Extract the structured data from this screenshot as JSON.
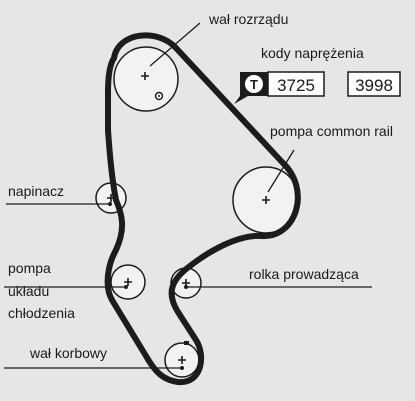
{
  "labels": {
    "camshaft": "wał rozrządu",
    "tension_codes": "kody naprężenia",
    "common_rail_pump": "pompa common rail",
    "tensioner": "napinacz",
    "coolant_pump_line1": "pompa",
    "coolant_pump_line2": "układu",
    "coolant_pump_line3": "chłodzenia",
    "idler_roller": "rolka prowadząca",
    "crankshaft": "wał korbowy"
  },
  "tension_codes": {
    "tool_symbol": "T",
    "code_1": "3725",
    "code_2": "3998"
  },
  "colors": {
    "background": "#e6e6e4",
    "belt": "#1c1c1c",
    "pulley_fill": "#f2f2f0",
    "code_box_fill": "#ffffff"
  }
}
